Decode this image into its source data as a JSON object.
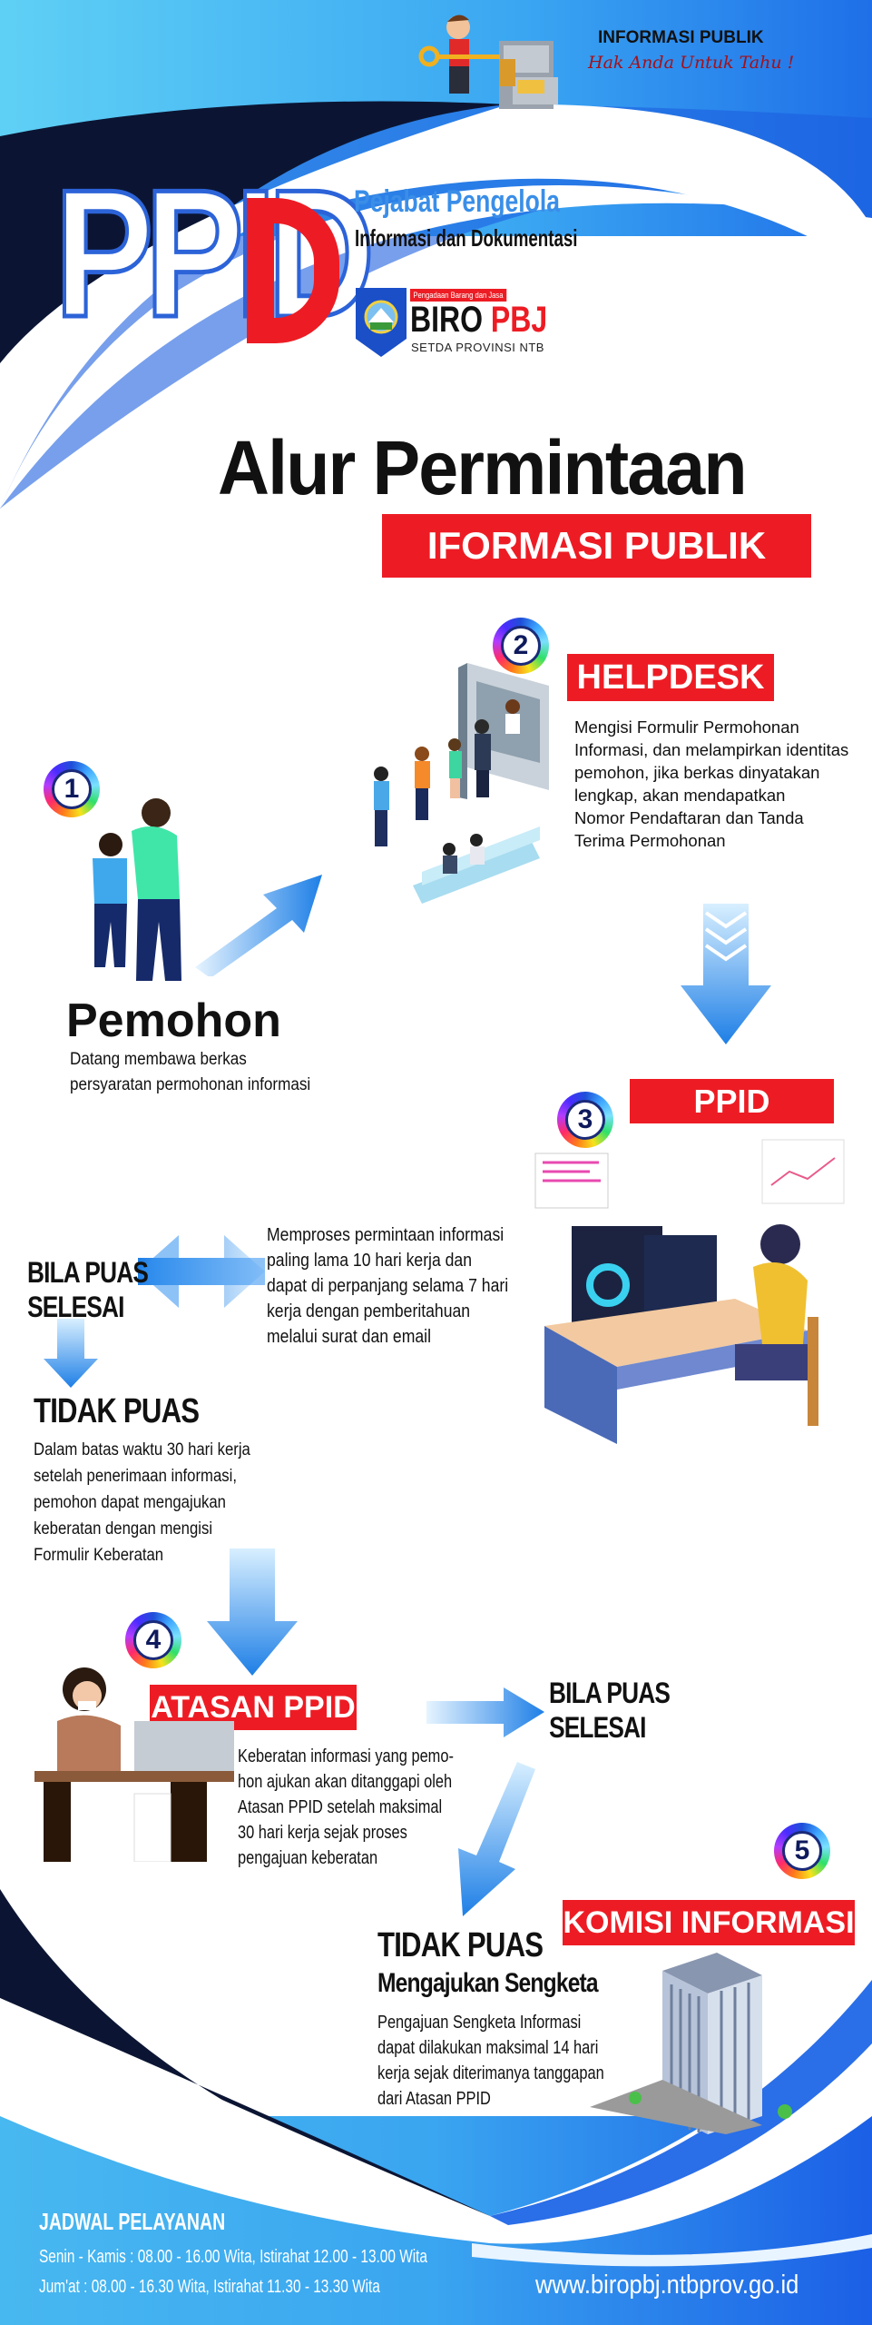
{
  "header": {
    "tagline_title": "INFORMASI PUBLIK",
    "tagline_sub": "Hak Anda Untuk Tahu !"
  },
  "logo": {
    "ppid": "PPID",
    "line1": "Pejabat Pengelola",
    "line2": "Informasi dan Dokumentasi",
    "biro_small": "Pengadaan Barang dan Jasa",
    "biro": "BIRO",
    "pbj": "PBJ",
    "setda": "SETDA PROVINSI NTB"
  },
  "title": {
    "main": "Alur Permintaan",
    "sub": "IFORMASI PUBLIK"
  },
  "steps": [
    {
      "number": "1",
      "title": "Pemohon",
      "text": "Datang membawa berkas\npersyaratan permohonan informasi"
    },
    {
      "number": "2",
      "title": "HELPDESK",
      "text": "Mengisi Formulir Permohonan\nInformasi, dan melampirkan identitas\npemohon, jika berkas dinyatakan\nlengkap, akan mendapatkan\nNomor Pendaftaran dan Tanda\nTerima Permohonan"
    },
    {
      "number": "3",
      "title": "PPID",
      "text": "Memproses permintaan informasi\npaling lama 10 hari kerja dan\ndapat di perpanjang selama 7 hari\nkerja dengan pemberitahuan\nmelalui surat dan email"
    },
    {
      "number": "4",
      "title": "ATASAN PPID",
      "text": "Keberatan informasi yang pemo-\nhon ajukan akan ditanggapi oleh\nAtasan PPID setelah maksimal\n30 hari kerja sejak proses\npengajuan keberatan"
    },
    {
      "number": "5",
      "title": "KOMISI INFORMASI"
    }
  ],
  "branches": {
    "ppid_puas": "BILA PUAS\nSELESAI",
    "ppid_tidak_puas": "TIDAK PUAS",
    "ppid_tidak_puas_text": "Dalam batas waktu 30 hari kerja\nsetelah penerimaan informasi,\npemohon dapat mengajukan\nkeberatan dengan mengisi\nFormulir Keberatan",
    "atasan_puas": "BILA PUAS\nSELESAI",
    "atasan_tidak_puas": "TIDAK PUAS",
    "atasan_tidak_puas_sub": "Mengajukan Sengketa",
    "atasan_tidak_puas_text": "Pengajuan Sengketa Informasi\ndapat dilakukan maksimal 14 hari\nkerja sejak diterimanya tanggapan\ndari Atasan PPID"
  },
  "footer": {
    "schedule_title": "JADWAL PELAYANAN",
    "schedule_1": "Senin - Kamis : 08.00 - 16.00 Wita, Istirahat 12.00 - 13.00 Wita",
    "schedule_2": "Jum'at : 08.00 - 16.30 Wita, Istirahat 11.30 - 13.30 Wita",
    "website": "www.biropbj.ntbprov.go.id"
  },
  "colors": {
    "red": "#ed1c24",
    "blue": "#2f8ff0",
    "navy": "#0b1533",
    "cyan": "#4fd8f0"
  }
}
